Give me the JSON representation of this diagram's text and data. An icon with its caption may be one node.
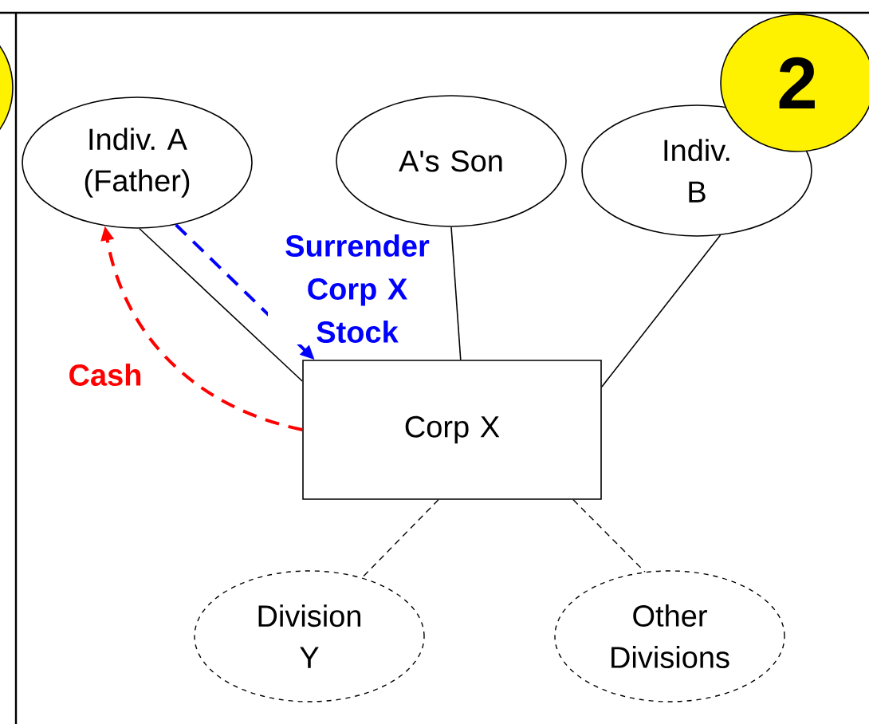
{
  "diagram": {
    "nodes": [
      {
        "text": [
          "Indiv. A (Father)"
        ]
      },
      {
        "text": [
          "A's Son"
        ]
      },
      {
        "text": [
          "Indiv. B"
        ]
      },
      {
        "text": [
          "Corp X"
        ]
      },
      {
        "text": [
          "Division Y"
        ]
      },
      {
        "text": [
          "Other Divisions"
        ]
      },
      {
        "text": [
          "2"
        ]
      }
    ],
    "edges": [
      {
        "from": 0,
        "to": 3,
        "arrow": "none"
      },
      {
        "from": 1,
        "to": 3,
        "arrow": "none"
      },
      {
        "from": 2,
        "to": 3,
        "arrow": "none"
      },
      {
        "from": 3,
        "to": 4,
        "arrow": "none",
        "style": "dashed"
      },
      {
        "from": 3,
        "to": 5,
        "arrow": "none",
        "style": "dashed"
      },
      {
        "from": 0,
        "to": 3,
        "arrow": "to",
        "style": "dashed",
        "color": "#0000ff",
        "label": "Surrender Corp X Stock"
      },
      {
        "from": 3,
        "to": 0,
        "arrow": "to",
        "style": "dashed",
        "color": "#ff0000",
        "label": "Cash"
      }
    ]
  }
}
